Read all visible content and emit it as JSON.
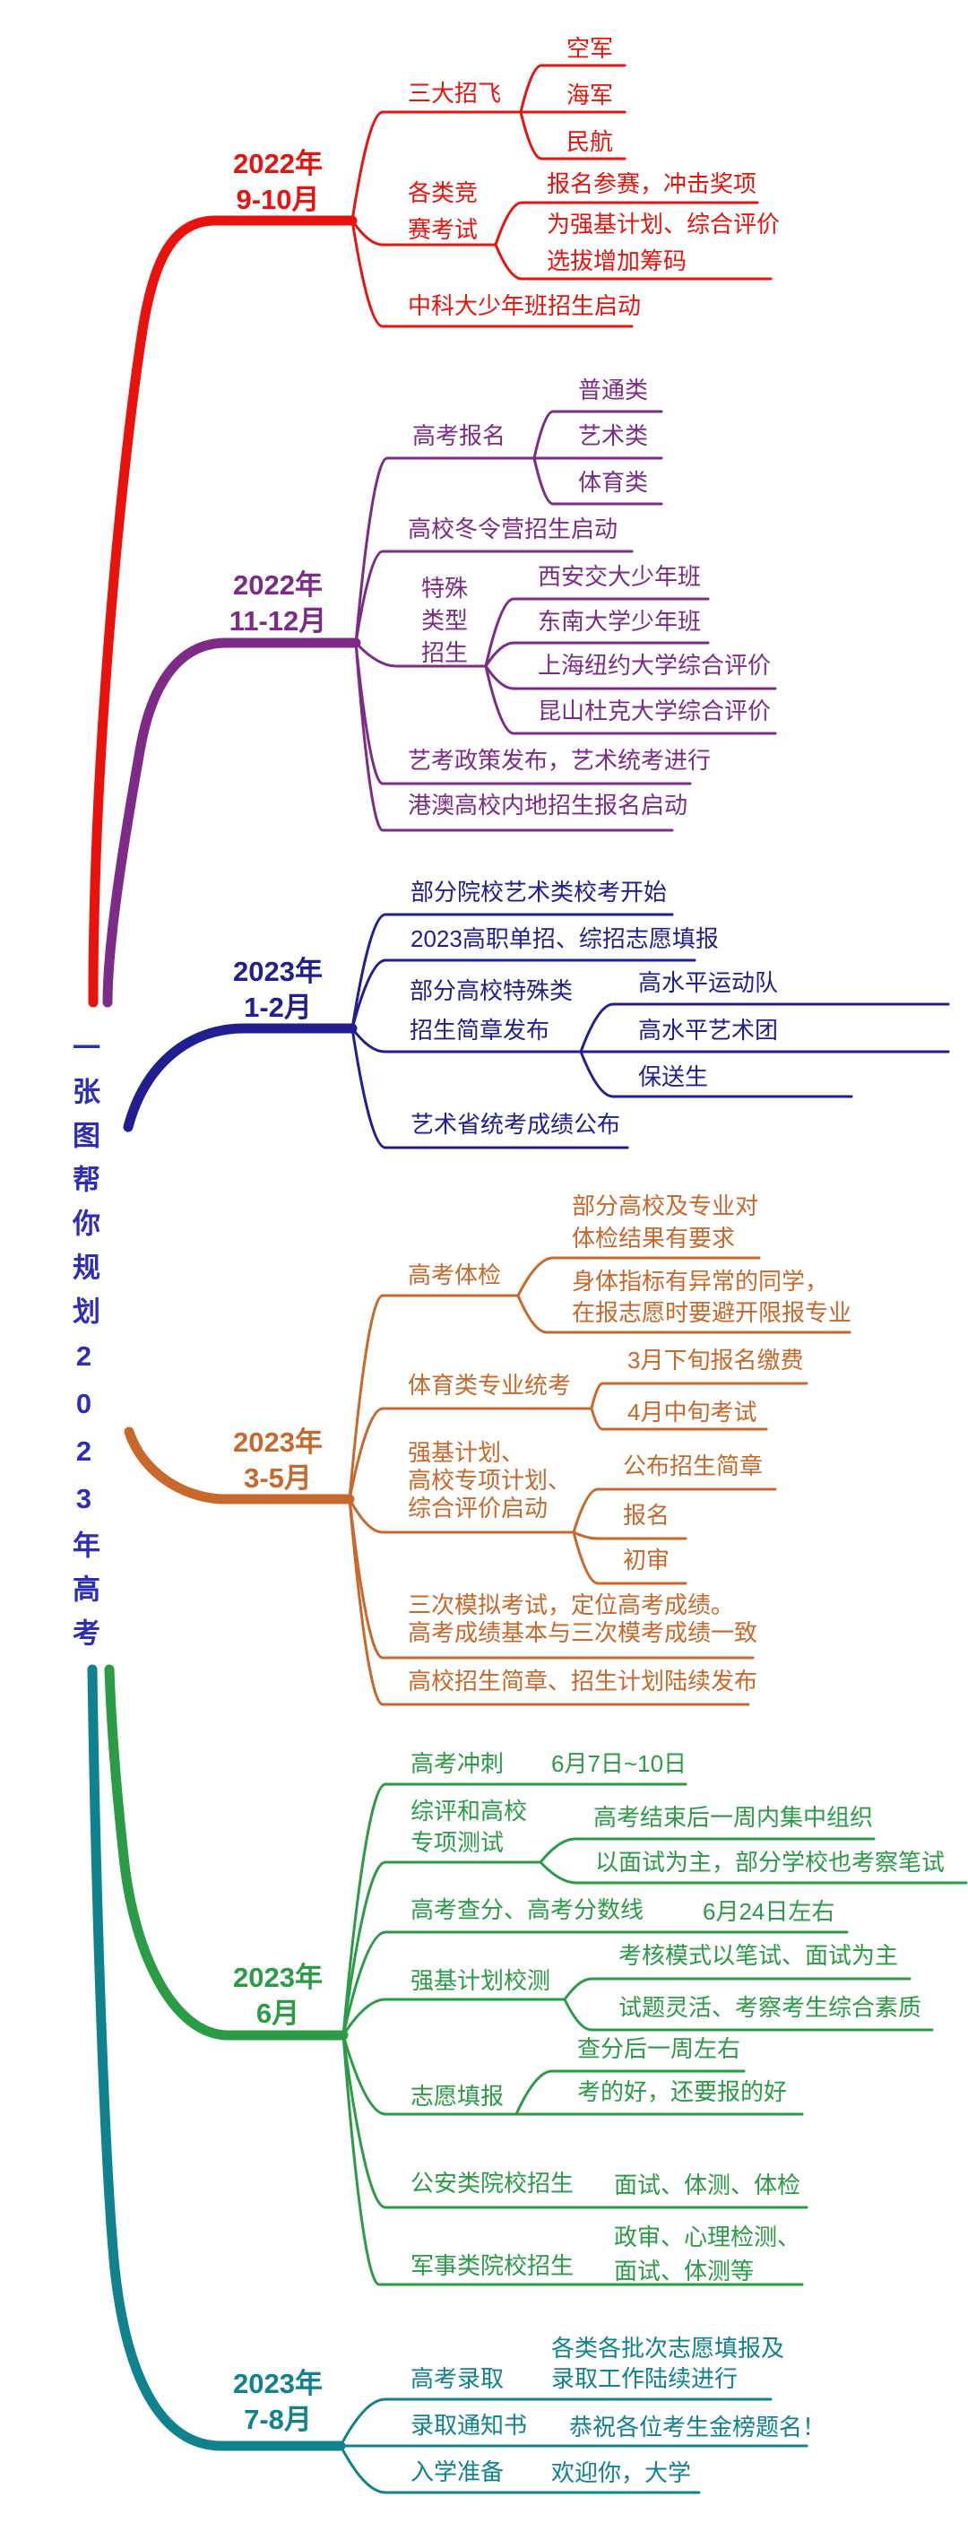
{
  "title": "一张图帮你规划2023年高考",
  "colors": {
    "sep_oct": "#e8130c",
    "nov_dec": "#7d2b87",
    "jan_feb": "#201e90",
    "mar_may": "#c8682a",
    "june": "#2b9b46",
    "jul_aug": "#10828e",
    "title_blue": "#2d2db5"
  },
  "branches": [
    {
      "period": "2022年\n9-10月",
      "nodes": [
        {
          "label": "三大招飞",
          "children": [
            {
              "label": "空军"
            },
            {
              "label": "海军"
            },
            {
              "label": "民航"
            }
          ]
        },
        {
          "label": "各类竞\n赛考试",
          "children": [
            {
              "label": "报名参赛，冲击奖项"
            },
            {
              "label": "为强基计划、综合评价\n选拔增加筹码"
            }
          ]
        },
        {
          "label": "中科大少年班招生启动"
        }
      ]
    },
    {
      "period": "2022年\n11-12月",
      "nodes": [
        {
          "label": "高考报名",
          "children": [
            {
              "label": "普通类"
            },
            {
              "label": "艺术类"
            },
            {
              "label": "体育类"
            }
          ]
        },
        {
          "label": "高校冬令营招生启动"
        },
        {
          "label": "特殊\n类型\n招生",
          "children": [
            {
              "label": "西安交大少年班"
            },
            {
              "label": "东南大学少年班"
            },
            {
              "label": "上海纽约大学综合评价"
            },
            {
              "label": "昆山杜克大学综合评价"
            }
          ]
        },
        {
          "label": "艺考政策发布，艺术统考进行"
        },
        {
          "label": "港澳高校内地招生报名启动"
        }
      ]
    },
    {
      "period": "2023年\n1-2月",
      "nodes": [
        {
          "label": "部分院校艺术类校考开始"
        },
        {
          "label": "2023高职单招、综招志愿填报"
        },
        {
          "label": "部分高校特殊类\n招生简章发布",
          "children": [
            {
              "label": "高水平运动队"
            },
            {
              "label": "高水平艺术团"
            },
            {
              "label": "保送生"
            }
          ]
        },
        {
          "label": "艺术省统考成绩公布"
        }
      ]
    },
    {
      "period": "2023年\n3-5月",
      "nodes": [
        {
          "label": "高考体检",
          "children": [
            {
              "label": "部分高校及专业对\n体检结果有要求"
            },
            {
              "label": "身体指标有异常的同学，\n在报志愿时要避开限报专业"
            }
          ]
        },
        {
          "label": "体育类专业统考",
          "children": [
            {
              "label": "3月下旬报名缴费"
            },
            {
              "label": "4月中旬考试"
            }
          ]
        },
        {
          "label": "强基计划、\n高校专项计划、\n综合评价启动",
          "children": [
            {
              "label": "公布招生简章"
            },
            {
              "label": "报名"
            },
            {
              "label": "初审"
            }
          ]
        },
        {
          "label": "三次模拟考试，定位高考成绩。\n高考成绩基本与三次模考成绩一致"
        },
        {
          "label": "高校招生简章、招生计划陆续发布"
        }
      ]
    },
    {
      "period": "2023年\n6月",
      "nodes": [
        {
          "label": "高考冲刺",
          "note": "6月7日~10日"
        },
        {
          "label": "综评和高校\n专项测试",
          "children": [
            {
              "label": "高考结束后一周内集中组织"
            },
            {
              "label": "以面试为主，部分学校也考察笔试"
            }
          ]
        },
        {
          "label": "高考查分、高考分数线",
          "note": "6月24日左右"
        },
        {
          "label": "强基计划校测",
          "children": [
            {
              "label": "考核模式以笔试、面试为主"
            },
            {
              "label": "试题灵活、考察考生综合素质"
            }
          ]
        },
        {
          "label": "志愿填报",
          "children": [
            {
              "label": "查分后一周左右"
            },
            {
              "label": "考的好，还要报的好"
            }
          ]
        },
        {
          "label": "公安类院校招生",
          "note": "面试、体测、体检"
        },
        {
          "label": "军事类院校招生",
          "note": "政审、心理检测、\n面试、体测等"
        }
      ]
    },
    {
      "period": "2023年\n7-8月",
      "nodes": [
        {
          "label": "高考录取",
          "note": "各类各批次志愿填报及\n录取工作陆续进行"
        },
        {
          "label": "录取通知书",
          "note": "恭祝各位考生金榜题名！"
        },
        {
          "label": "入学准备",
          "note": "欢迎你，大学"
        }
      ]
    }
  ]
}
